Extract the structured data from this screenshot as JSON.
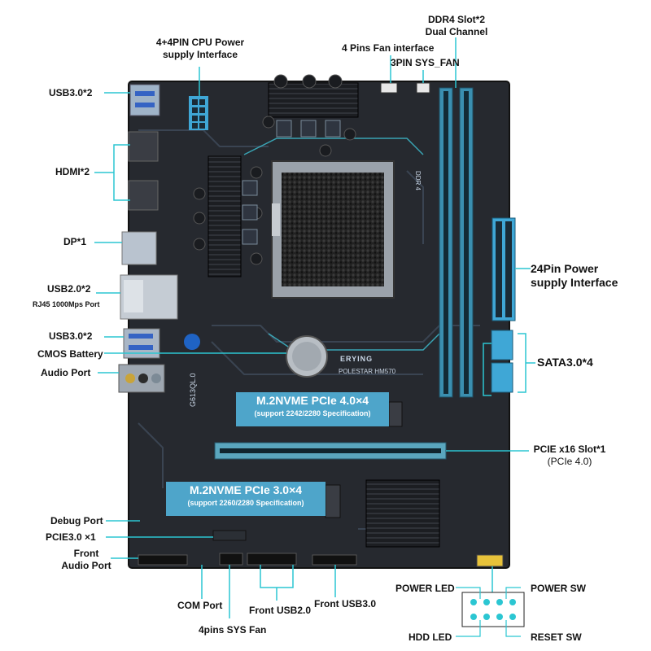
{
  "labels": {
    "cpu_power": [
      "4+4PIN CPU Power",
      "supply Interface"
    ],
    "fan_4pin": "4 Pins Fan interface",
    "sys_fan_3pin": "3PIN SYS_FAN",
    "ddr4": [
      "DDR4 Slot*2",
      "Dual Channel"
    ],
    "usb30_top": "USB3.0*2",
    "hdmi": "HDMI*2",
    "dp": "DP*1",
    "usb20": "USB2.0*2",
    "rj45": "RJ45 1000Mps Port",
    "usb30_mid": "USB3.0*2",
    "cmos": "CMOS Battery",
    "audio": "Audio Port",
    "atx24": [
      "24Pin Power",
      "supply Interface"
    ],
    "sata": "SATA3.0*4",
    "pcie16": [
      "PCIE x16 Slot*1",
      "(PCIe 4.0)"
    ],
    "debug": "Debug Port",
    "pcie1": "PCIE3.0 ×1",
    "front_audio": [
      "Front",
      "Audio Port"
    ],
    "com": "COM Port",
    "sys_fan_4": "4pins SYS Fan",
    "front_usb20": "Front USB2.0",
    "front_usb30": "Front USB3.0",
    "power_led": "POWER LED",
    "power_sw": "POWER SW",
    "hdd_led": "HDD LED",
    "reset_sw": "RESET SW"
  },
  "overlays": {
    "m2_top": {
      "title": "M.2NVME PCIe 4.0×4",
      "sub": "(support 2242/2280 Specification)"
    },
    "m2_bottom": {
      "title": "M.2NVME PCIe 3.0×4",
      "sub": "(support 2260/2280 Specification)"
    }
  },
  "board_text": {
    "brand": "ERYING",
    "model": "POLESTAR HM570",
    "pcb_code": "G613QL.0",
    "ddr": "DDR 4"
  },
  "colors": {
    "board": "#26292f",
    "accent": "#3fc3d6",
    "lines": "#2bc6d2",
    "heatsink": "#15171b",
    "slot": "#5aa6be"
  }
}
